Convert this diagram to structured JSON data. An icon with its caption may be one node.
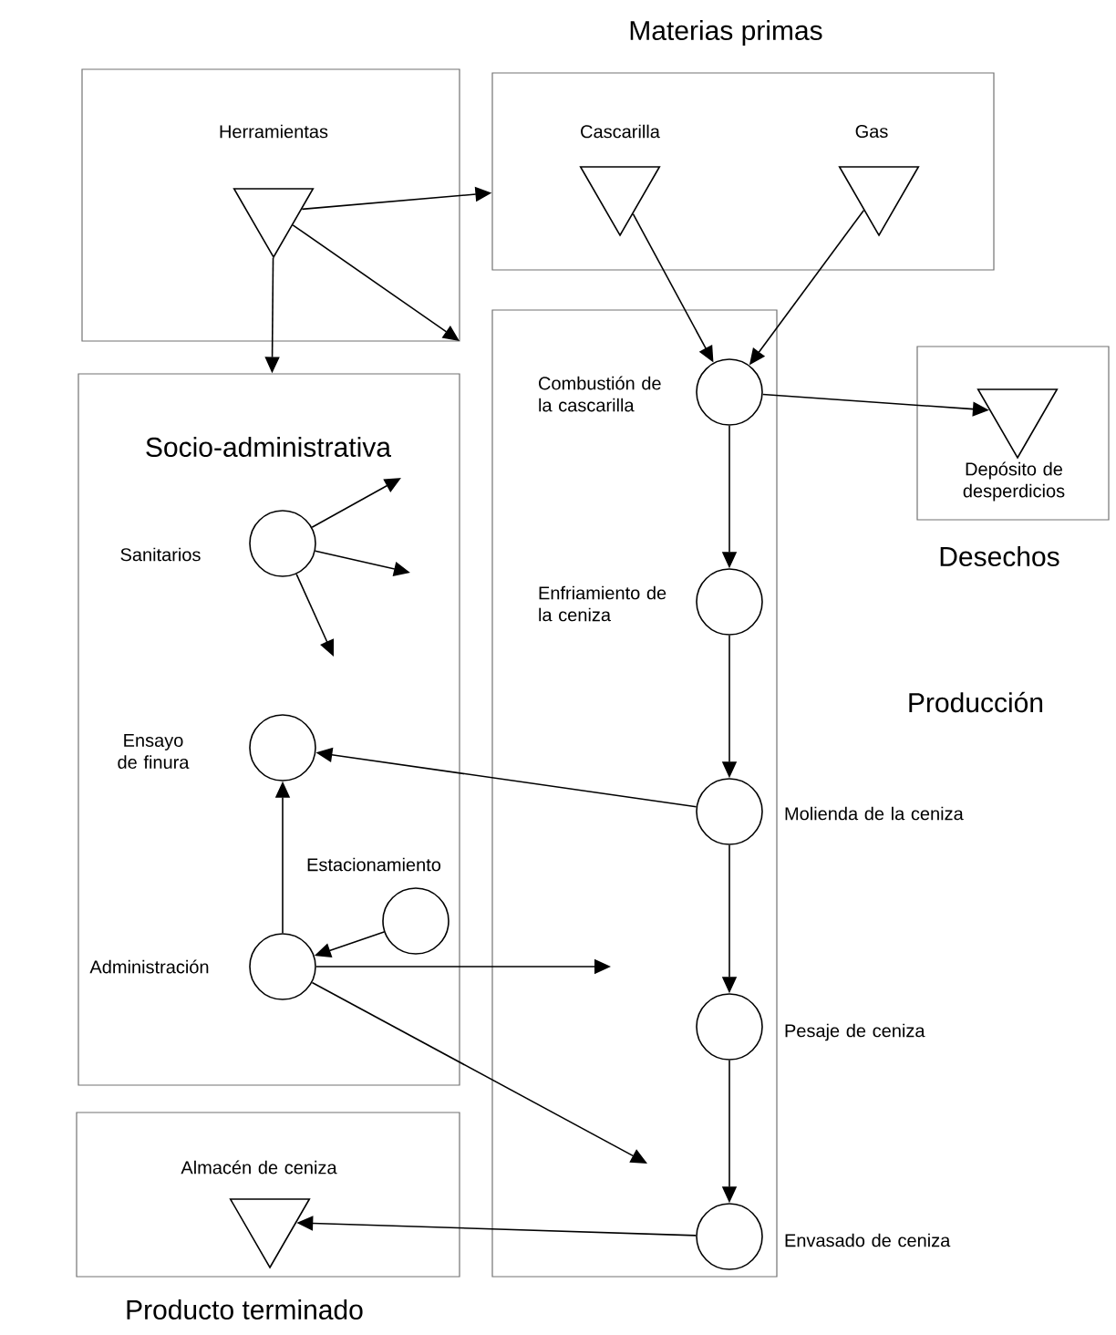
{
  "diagram": {
    "nodes": [
      {
        "text": [
          "Materias primas"
        ]
      },
      {
        "text": [
          "Cascarilla"
        ],
        "in": 0
      },
      {
        "text": [
          "Gas"
        ],
        "in": 0
      },
      {
        "text": [],
        "shape": "box"
      },
      {
        "text": [
          "Herramientas"
        ],
        "in": 3
      },
      {
        "text": [
          "Producción"
        ]
      },
      {
        "text": [
          "Combustión de la cascarilla"
        ],
        "in": 5
      },
      {
        "text": [
          "Enfriamiento de la ceniza"
        ],
        "in": 5
      },
      {
        "text": [
          "Molienda de la ceniza"
        ],
        "in": 5
      },
      {
        "text": [
          "Pesaje de ceniza"
        ],
        "in": 5
      },
      {
        "text": [
          "Envasado de ceniza"
        ],
        "in": 5
      },
      {
        "text": [
          "Desechos"
        ]
      },
      {
        "text": [
          "Depósito de desperdicios"
        ],
        "in": 11
      },
      {
        "text": [
          "Socio-administrativa"
        ]
      },
      {
        "text": [
          "Sanitarios"
        ],
        "in": 13
      },
      {
        "text": [
          "Ensayo de finura"
        ],
        "in": 13
      },
      {
        "text": [
          "Estacionamiento"
        ],
        "in": 13
      },
      {
        "text": [
          "Administración"
        ],
        "in": 13
      },
      {
        "text": [
          "Producto terminado"
        ]
      },
      {
        "text": [
          "Almacén de ceniza"
        ],
        "in": 18
      }
    ],
    "edges": [
      {
        "from": 4,
        "to": 0,
        "arrow": "to"
      },
      {
        "from": 4,
        "to": null,
        "arrow": "to"
      },
      {
        "from": 4,
        "to": 13,
        "arrow": "to"
      },
      {
        "from": 1,
        "to": 6,
        "arrow": "to"
      },
      {
        "from": 2,
        "to": 6,
        "arrow": "to"
      },
      {
        "from": 6,
        "to": 12,
        "arrow": "to"
      },
      {
        "from": 6,
        "to": 7,
        "arrow": "to"
      },
      {
        "from": 7,
        "to": 8,
        "arrow": "to"
      },
      {
        "from": 8,
        "to": 9,
        "arrow": "to"
      },
      {
        "from": 9,
        "to": 10,
        "arrow": "to"
      },
      {
        "from": 8,
        "to": 15,
        "arrow": "to"
      },
      {
        "from": 14,
        "to": null,
        "arrow": "to"
      },
      {
        "from": 14,
        "to": null,
        "arrow": "to"
      },
      {
        "from": 14,
        "to": null,
        "arrow": "to"
      },
      {
        "from": 17,
        "to": 15,
        "arrow": "to"
      },
      {
        "from": 16,
        "to": 17,
        "arrow": "to"
      },
      {
        "from": 17,
        "to": null,
        "arrow": "to"
      },
      {
        "from": 17,
        "to": null,
        "arrow": "to"
      },
      {
        "from": 10,
        "to": 19,
        "arrow": "to"
      }
    ]
  }
}
